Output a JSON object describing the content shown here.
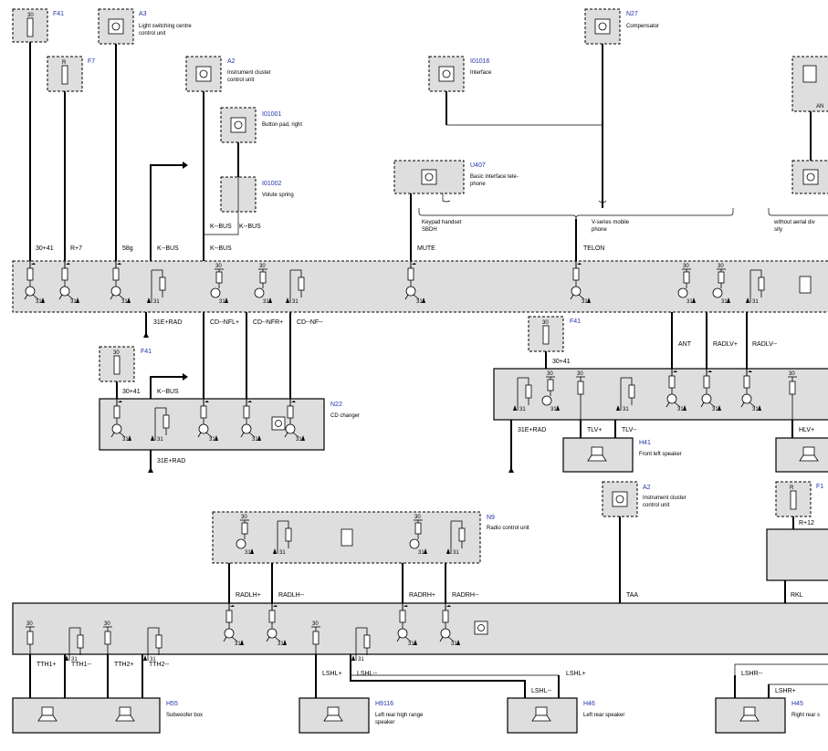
{
  "components": [
    {
      "id": "f41-top",
      "ref": "F41",
      "desc": [],
      "pin": "30"
    },
    {
      "id": "a3",
      "ref": "A3",
      "desc": [
        "Light switching centre",
        "control unit"
      ]
    },
    {
      "id": "f7",
      "ref": "F7",
      "desc": [],
      "pin": "R"
    },
    {
      "id": "a2-top",
      "ref": "A2",
      "desc": [
        "Instrument cluster",
        "control unit"
      ]
    },
    {
      "id": "i01001",
      "ref": "I01001",
      "desc": [
        "Button pad, right"
      ]
    },
    {
      "id": "i01002",
      "ref": "I01002",
      "desc": [
        "Volute spring"
      ]
    },
    {
      "id": "i01016",
      "ref": "I01016",
      "desc": [
        "Interface"
      ]
    },
    {
      "id": "n27",
      "ref": "N27",
      "desc": [
        "Compensator"
      ]
    },
    {
      "id": "u407",
      "ref": "U407",
      "desc": [
        "Basic interface tele-",
        "phone"
      ]
    },
    {
      "id": "f41-cd",
      "ref": "F41",
      "desc": [],
      "pin": "30"
    },
    {
      "id": "n22",
      "ref": "N22",
      "desc": [
        "CD changer"
      ]
    },
    {
      "id": "f41-mid",
      "ref": "F41",
      "desc": [],
      "pin": "30"
    },
    {
      "id": "h41",
      "ref": "H41",
      "desc": [
        "Front left speaker"
      ]
    },
    {
      "id": "a2-mid",
      "ref": "A2",
      "desc": [
        "Instrument cluster",
        "control unit"
      ]
    },
    {
      "id": "f1",
      "ref": "F1",
      "desc": [],
      "pin": "R"
    },
    {
      "id": "n9",
      "ref": "N9",
      "desc": [
        "Radio control unit"
      ]
    },
    {
      "id": "h55",
      "ref": "H55",
      "desc": [
        "Subwoofer box"
      ]
    },
    {
      "id": "h9116",
      "ref": "H9116",
      "desc": [
        "Left rear high range",
        "speaker"
      ]
    },
    {
      "id": "h46",
      "ref": "H46",
      "desc": [
        "Left rear speaker"
      ]
    },
    {
      "id": "h45",
      "ref": "H45",
      "desc": [
        "Right rear s"
      ]
    }
  ],
  "notes": {
    "keypad": [
      "Keypad handset",
      "SBDH"
    ],
    "vseries": [
      "V-series mobile",
      "phone"
    ],
    "aerial": [
      "without aerial div",
      "sity"
    ],
    "an": "AN"
  },
  "wires": {
    "top_bus": [
      "30+41",
      "R+7",
      "58g",
      "K--BUS",
      "K--BUS",
      "MUTE",
      "TELON"
    ],
    "top_bottom": [
      "31E+RAD",
      "CD--NFL+",
      "CD--NFR+",
      "CD--NF--",
      "ANT",
      "RADLV+",
      "RADLV--"
    ],
    "cd": [
      "30+41",
      "K--BUS",
      "31E+RAD"
    ],
    "mid": [
      "30+41",
      "31E+RAD",
      "TLV+",
      "TLV--",
      "HLV+"
    ],
    "n9": [
      "RADLH+",
      "RADLH--",
      "RADRH+",
      "RADRH--",
      "TAA",
      "RKL",
      "R+12"
    ],
    "bottom": [
      "TTH1+",
      "TTH1--",
      "TTH2+",
      "TTH2--",
      "LSHL+",
      "LSHL--",
      "LSHL--",
      "LSHL+",
      "LSHR--",
      "LSHR+"
    ]
  },
  "pins": {
    "p30": "30",
    "p31": "31",
    "r": "R"
  }
}
